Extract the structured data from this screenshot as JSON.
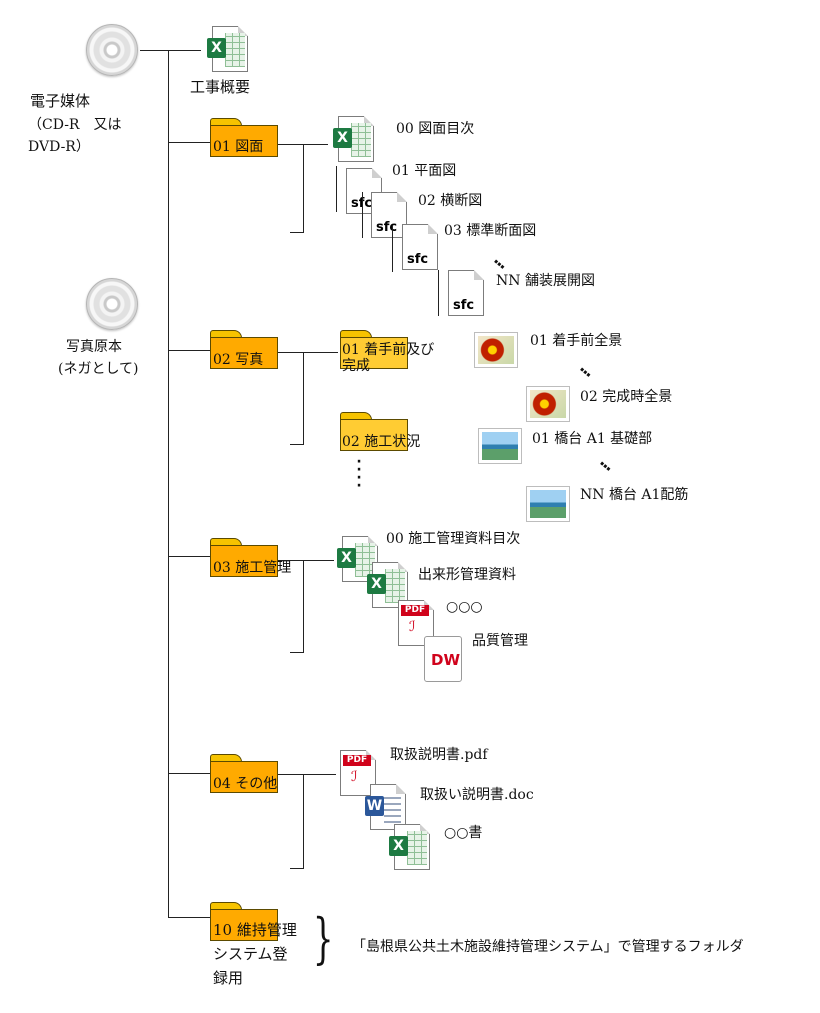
{
  "root": {
    "cd_label_1": "電子媒体",
    "cd_label_2": "（CD-R　又は",
    "cd_label_3": "DVD-R）",
    "cd2_label_1": "写真原本",
    "cd2_label_2": "(ネガとして)"
  },
  "items": {
    "overview": "工事概要",
    "folder_01": "01 図面",
    "folder_02": "02 写真",
    "folder_03": "03 施工管理",
    "folder_04": "04 その他",
    "folder_10_a": "10 維持管理",
    "folder_10_b": "システム登",
    "folder_10_c": "録用"
  },
  "drawings": {
    "f0": "00 図面目次",
    "f1": "01 平面図",
    "f2": "02 横断図",
    "f3": "03 標準断面図",
    "fN": "NN 舗装展開図",
    "sfc": "sfc"
  },
  "photos": {
    "sub1_a": "01 着手前及び",
    "sub1_b": "完成",
    "sub2": "02 施工状況",
    "p1": "01 着手前全景",
    "p2": "02 完成時全景",
    "p3": "01 橋台 A1 基礎部",
    "p4": "NN 橋台 A1配筋"
  },
  "construction": {
    "c0": "00 施工管理資料目次",
    "c1": "出来形管理資料",
    "c2": "○○○",
    "c3": "品質管理",
    "pdf": "PDF",
    "dw": "DW"
  },
  "other": {
    "o1": "取扱説明書.pdf",
    "o2": "取扱い説明書.doc",
    "o3": "○○書"
  },
  "note": "「島根県公共土木施設維持管理システム」で管理するフォルダ",
  "icons": {
    "excel": "X",
    "word": "W"
  }
}
